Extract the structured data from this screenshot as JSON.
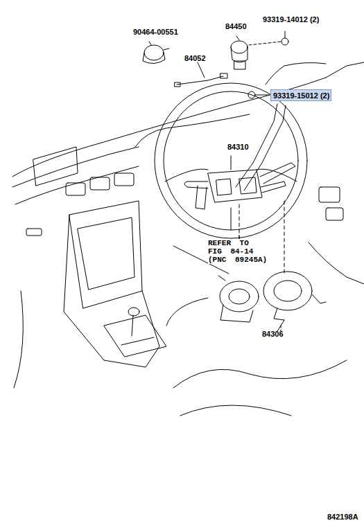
{
  "diagram": {
    "nodes": [
      {
        "text": [
          "93319-15012 (2)"
        ]
      }
    ],
    "labels": [
      "90464-00551",
      "84450",
      "93319-14012 (2)",
      "84052",
      "84310",
      "REFER TO FIG 84-14 (PNC 89245A)",
      "84306",
      "842198A"
    ]
  }
}
